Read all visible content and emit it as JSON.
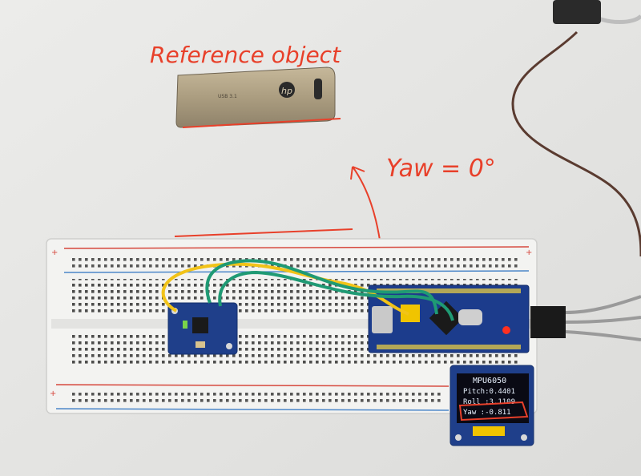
{
  "annotations": {
    "reference_label": "Reference object",
    "yaw_label": "Yaw = 0°",
    "ink_color": "#e8402a"
  },
  "usb_stick": {
    "brand": "hp",
    "text": "USB 3.1"
  },
  "oled": {
    "title": "MPU6050",
    "pitch": "Pitch:0.4401",
    "roll": "Roll :3.1109",
    "yaw": "Yaw  :-0.811"
  },
  "colors": {
    "background": "#e6e6e4",
    "breadboard": "#f4f4f2",
    "sensor_board": "#1f3f8a",
    "mcu_board": "#1c3c8c",
    "oled_screen": "#0a0a14",
    "oled_text": "#e8f2ff",
    "wire_yellow": "#f2c318",
    "wire_green": "#1f9a74",
    "rail_red": "#d6473c",
    "rail_blue": "#4b86c8"
  }
}
